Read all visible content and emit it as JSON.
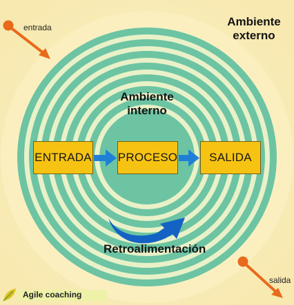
{
  "labels": {
    "external_line1": "Ambiente",
    "external_line2": "externo",
    "internal_line1": "Ambiente",
    "internal_line2": "interno",
    "input_arrow": "entrada",
    "output_arrow": "salida",
    "feedback": "Retroalimentación"
  },
  "boxes": {
    "entrada": "ENTRADA",
    "proceso": "PROCESO",
    "salida": "SALIDA"
  },
  "brand": {
    "text": "Agile coaching"
  },
  "colors": {
    "background": "#fdf6cf",
    "rings_teal": "#6cc4a3",
    "rings_light": "#e9f1c8",
    "box_fill": "#f7c313",
    "flow_arrow": "#1f7fd6",
    "feedback_arrow": "#1463c4",
    "corner_arrow": "#e86a1b"
  }
}
